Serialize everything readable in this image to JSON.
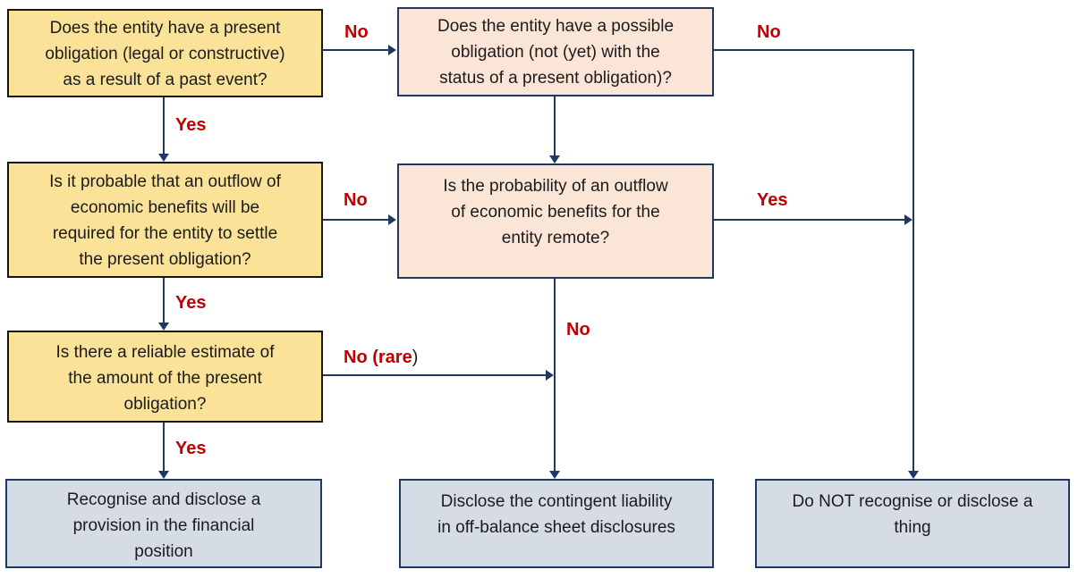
{
  "flowchart": {
    "nodes": {
      "present_obligation": "Does the entity have a present\nobligation (legal or constructive)\nas a result of a past event?",
      "possible_obligation": "Does the entity have a possible\nobligation (not (yet) with the\nstatus of a present obligation)?",
      "probable_outflow": "Is it probable that an outflow of\neconomic benefits will be\nrequired for the entity to settle\nthe present obligation?",
      "remote_probability": "Is the probability of an outflow\nof economic benefits for the\nentity remote?",
      "reliable_estimate": "Is there a reliable estimate of\nthe amount of the present\nobligation?",
      "recognise_provision": "Recognise and disclose a\nprovision in the financial\nposition",
      "disclose_contingent": "Disclose the contingent liability\nin off-balance sheet disclosures",
      "do_nothing": "Do NOT recognise or disclose a\nthing"
    },
    "edges": {
      "present_to_possible": "No",
      "present_to_probable": "Yes",
      "possible_to_nothing": "No",
      "probable_to_remote": "No",
      "remote_to_nothing": "Yes",
      "remote_to_disclose": "No",
      "probable_to_estimate": "Yes",
      "estimate_to_disclose": "No (rare",
      "estimate_to_disclose_suffix": ")",
      "estimate_to_recognise": "Yes"
    },
    "colors": {
      "question_fill": "#FAE299",
      "question_border": "#151515",
      "contingent_fill": "#FBE5D6",
      "outcome_fill": "#D6DCE5",
      "box_border": "#1F3864",
      "connector": "#1F3864",
      "edge_label": "#C00000",
      "text": "#1B1B1B"
    }
  }
}
